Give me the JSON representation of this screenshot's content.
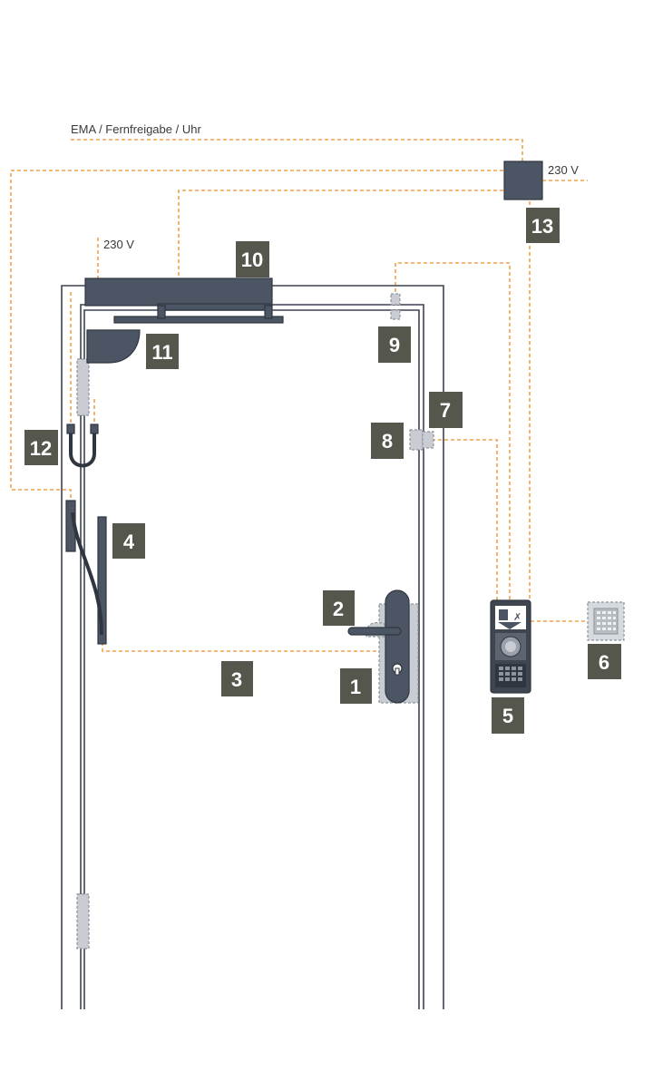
{
  "labels": {
    "top_wire": "EMA / Fernfreigabe / Uhr",
    "power_right": "230 V",
    "power_left": "230 V"
  },
  "components": [
    {
      "number": "1"
    },
    {
      "number": "2"
    },
    {
      "number": "3"
    },
    {
      "number": "4"
    },
    {
      "number": "5"
    },
    {
      "number": "6"
    },
    {
      "number": "7"
    },
    {
      "number": "8"
    },
    {
      "number": "9"
    },
    {
      "number": "10"
    },
    {
      "number": "11"
    },
    {
      "number": "12"
    },
    {
      "number": "13"
    }
  ],
  "colors": {
    "wire": "#f0a24a",
    "device": "#4b5563",
    "badge": "#55574c",
    "frame": "#3b4450"
  }
}
